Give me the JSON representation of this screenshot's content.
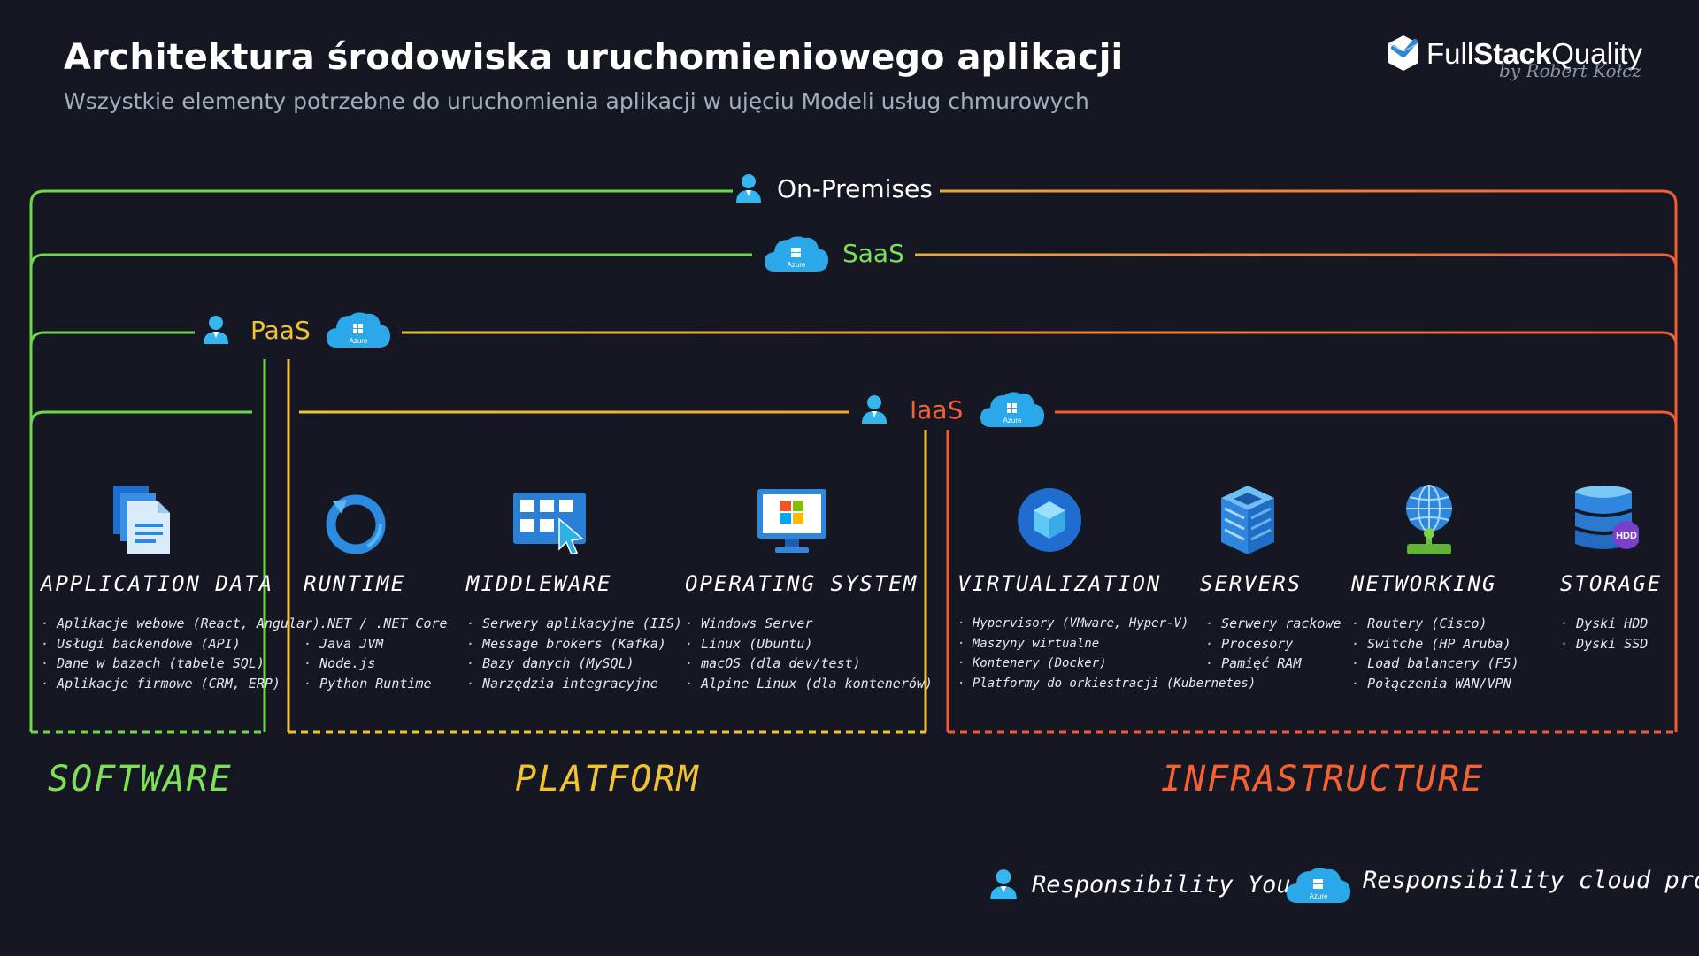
{
  "header": {
    "title": "Architektura środowiska uruchomieniowego aplikacji",
    "subtitle": "Wszystkie elementy potrzebne do uruchomienia aplikacji w ujęciu Modeli usług chmurowych"
  },
  "brand": {
    "name_full": "Full",
    "name_stack": "Stack",
    "name_quality": "Quality",
    "byline": "by Robert Kołcz"
  },
  "models": {
    "onprem": "On-Premises",
    "saas": "SaaS",
    "paas": "PaaS",
    "iaas": "IaaS"
  },
  "cloud_badge": "Azure",
  "hdd_badge": "HDD",
  "columns": [
    {
      "title": "APPLICATION DATA",
      "icon": "documents-icon",
      "items": [
        "Aplikacje webowe (React, Angular)",
        "Usługi backendowe (API)",
        "Dane w bazach (tabele SQL)",
        "Aplikacje firmowe (CRM, ERP)"
      ]
    },
    {
      "title": "RUNTIME",
      "icon": "refresh-circle-icon",
      "items": [
        ".NET / .NET Core",
        "Java JVM",
        "Node.js",
        "Python Runtime"
      ]
    },
    {
      "title": "MIDDLEWARE",
      "icon": "app-grid-cursor-icon",
      "items": [
        "Serwery aplikacyjne (IIS)",
        "Message brokers (Kafka)",
        "Bazy danych (MySQL)",
        "Narzędzia integracyjne"
      ]
    },
    {
      "title": "OPERATING SYSTEM",
      "icon": "windows-monitor-icon",
      "items": [
        "Windows Server",
        "Linux (Ubuntu)",
        "macOS (dla dev/test)",
        "Alpine Linux (dla kontenerów)"
      ]
    },
    {
      "title": "VIRTUALIZATION",
      "icon": "cube-icon",
      "items": [
        "Hypervisory (VMware, Hyper-V)",
        "Maszyny wirtualne",
        "Kontenery (Docker)",
        "Platformy do orkiestracji (Kubernetes)"
      ]
    },
    {
      "title": "SERVERS",
      "icon": "server-rack-icon",
      "items": [
        "Serwery rackowe",
        "Procesory",
        "Pamięć RAM"
      ]
    },
    {
      "title": "NETWORKING",
      "icon": "globe-network-icon",
      "items": [
        "Routery (Cisco)",
        "Switche (HP Aruba)",
        "Load balancery (F5)",
        "Połączenia WAN/VPN"
      ]
    },
    {
      "title": "STORAGE",
      "icon": "database-hdd-icon",
      "items": [
        "Dyski HDD",
        "Dyski SSD"
      ]
    }
  ],
  "groups": {
    "software": "SOFTWARE",
    "platform": "PLATFORM",
    "infrastructure": "INFRASTRUCTURE"
  },
  "legend": {
    "you": "Responsibility You",
    "cloud": "Responsibility cloud provider"
  },
  "colors": {
    "background": "#151822",
    "software_green": "#7ee05a",
    "platform_yellow": "#f2c233",
    "infrastructure_orange": "#f46233",
    "azure_blue": "#2aa8ea",
    "person_blue": "#35b6ee"
  }
}
